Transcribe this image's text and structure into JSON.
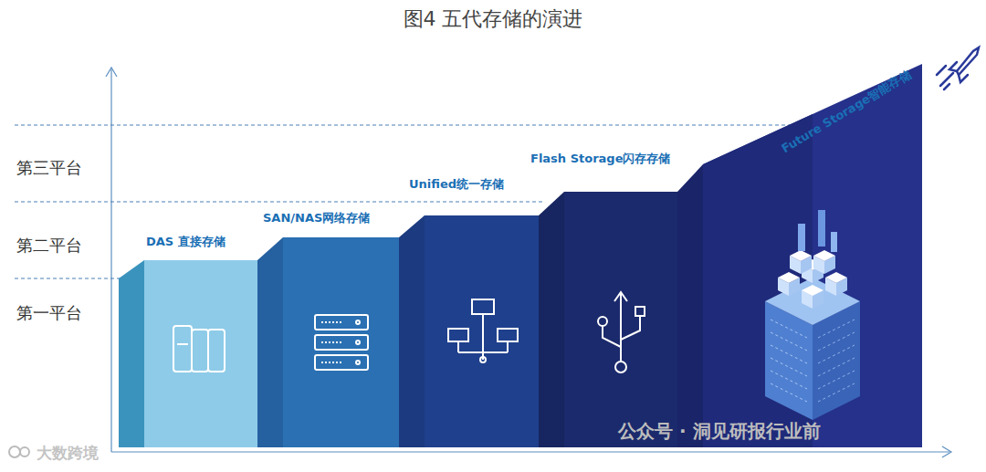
{
  "diagram": {
    "title": "图4 五代存储的演进",
    "nodes": [
      {
        "text": [
          "DAS 直接存储"
        ]
      },
      {
        "text": [
          "SAN/NAS网络存储"
        ]
      },
      {
        "text": [
          "Unified统一存储"
        ]
      },
      {
        "text": [
          "Flash Storage闪存存储"
        ]
      },
      {
        "text": [
          "Future Storage智能存储"
        ]
      }
    ],
    "labels": [
      "第三平台",
      "第二平台",
      "第一平台",
      "公众号 · 洞见研报行业前",
      "大数跨境"
    ]
  }
}
